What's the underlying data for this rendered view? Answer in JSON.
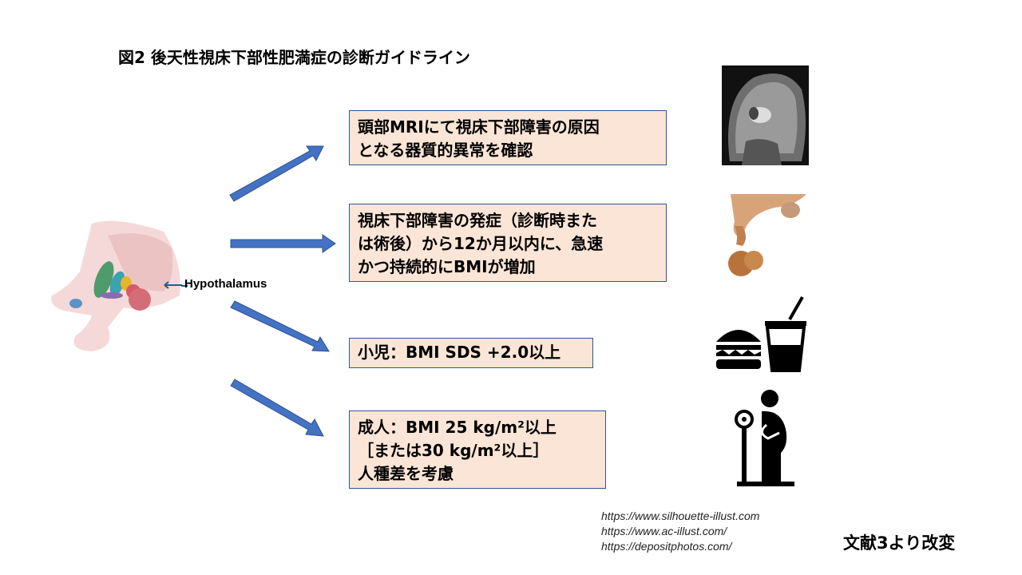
{
  "title": "図2 後天性視床下部性肥満症の診断ガイドライン",
  "anatomy_label": "Hypothalamus",
  "criteria": [
    {
      "lines": [
        "頭部MRIにて視床下部障害の原因",
        "となる器質的異常を確認"
      ]
    },
    {
      "lines": [
        "視床下部障害の発症（診断時また",
        "は術後）から12か月以内に、急速",
        "かつ持続的にBMIが増加"
      ]
    },
    {
      "lines": [
        "小児：BMI SDS +2.0以上"
      ]
    },
    {
      "lines": [
        "成人：BMI 25 kg/m²以上",
        "［または30 kg/m²以上］",
        "人種差を考慮"
      ]
    }
  ],
  "image_credits": [
    "https://www.silhouette-illust.com",
    "https://www.ac-illust.com/",
    "https://depositphotos.com/"
  ],
  "reference": "文献3より改変",
  "colors": {
    "box_fill": "#fbe5d6",
    "box_border": "#2f5597",
    "arrow": "#4472c4"
  }
}
